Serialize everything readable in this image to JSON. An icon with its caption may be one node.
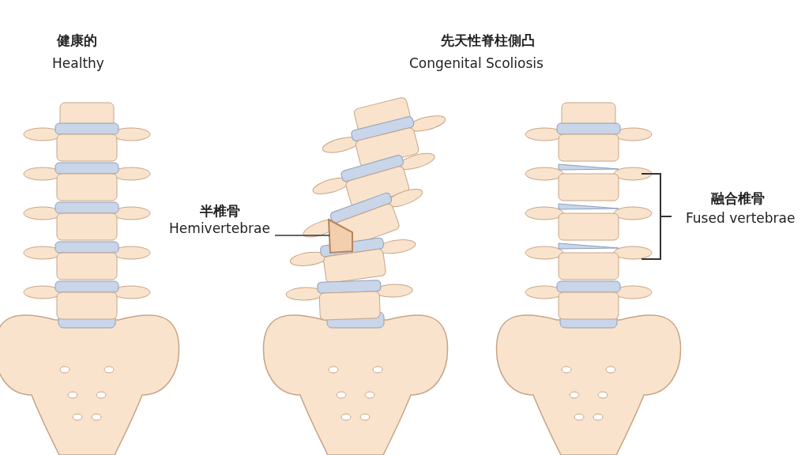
{
  "diagram": {
    "nodes": [
      {
        "text": [
          "半椎骨",
          "Hemivertebrae"
        ]
      },
      {
        "text": [],
        "shape": "box"
      }
    ],
    "edges": [
      {
        "from": 0,
        "to": 1,
        "arrow": "none"
      }
    ],
    "labels": [
      "健康的",
      "Healthy",
      "先天性脊柱側凸",
      "Congenital Scoliosis",
      "融合椎骨",
      "Fused vertebrae"
    ]
  }
}
